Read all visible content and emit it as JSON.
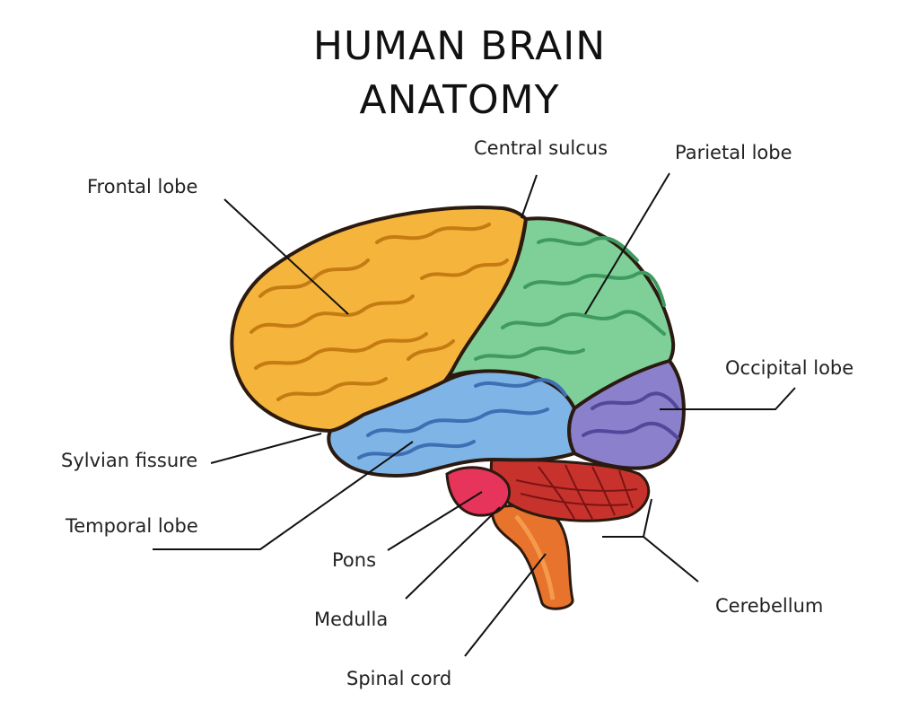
{
  "title": {
    "line1": "HUMAN BRAIN",
    "line2": "ANATOMY"
  },
  "labels": {
    "frontal_lobe": "Frontal lobe",
    "central_sulcus": "Central sulcus",
    "parietal_lobe": "Parietal lobe",
    "occipital_lobe": "Occipital lobe",
    "sylvian_fissure": "Sylvian fissure",
    "temporal_lobe": "Temporal lobe",
    "pons": "Pons",
    "medulla": "Medulla",
    "cerebellum": "Cerebellum",
    "spinal_cord": "Spinal cord"
  },
  "colors": {
    "frontal": "#f5b43c",
    "parietal": "#7ecf98",
    "temporal": "#7fb4e6",
    "occipital": "#8b80cc",
    "cerebellum": "#c8322c",
    "pons": "#e7345a",
    "brainstem": "#e8732c",
    "outline": "#2b1a10",
    "leader_line": "#111111"
  }
}
